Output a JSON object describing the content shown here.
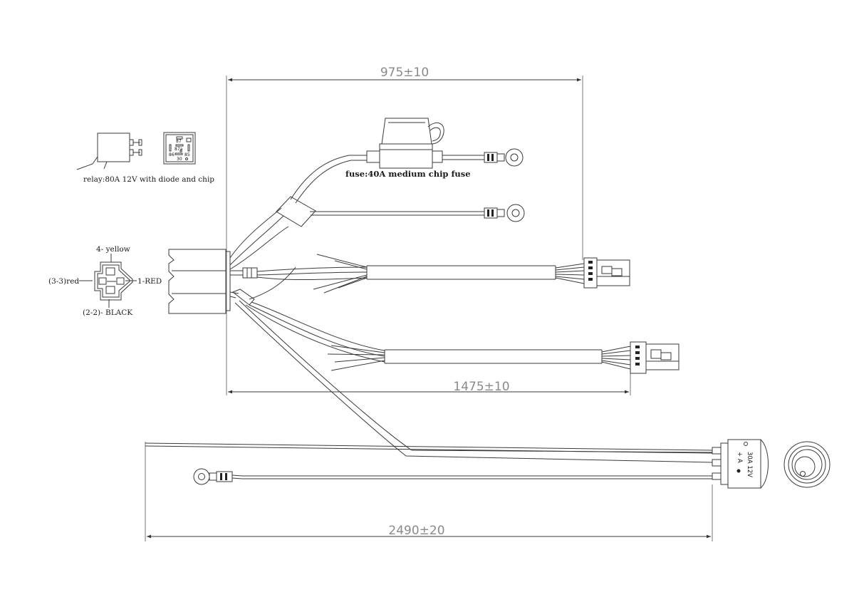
{
  "dimensions": {
    "top": "975±10",
    "middle": "1475±10",
    "bottom": "2490±20"
  },
  "labels": {
    "relay": "relay:80A 12V with diode and chip",
    "fuse": "fuse:40A medium chip fuse",
    "socket_pin4": "4- yellow",
    "socket_pin3": "(3-3)red",
    "socket_pin1": "1-RED",
    "socket_pin2": "(2-2)- BLACK"
  },
  "relay_pins": [
    "87",
    "87a",
    "86",
    "85",
    "30"
  ],
  "switch": {
    "rating": "30A 12V",
    "marks": "+ A"
  }
}
